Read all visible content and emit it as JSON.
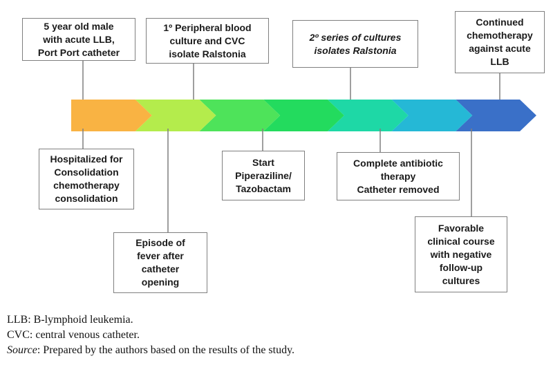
{
  "timeline": {
    "segment_colors": [
      "#f9b343",
      "#b4ec4c",
      "#4ee35a",
      "#23db5e",
      "#1ed8a6",
      "#25b8d6",
      "#3a70c8"
    ],
    "top_events": [
      {
        "lines": [
          "5 year old male",
          "with acute LLB,",
          "Port Port catheter"
        ]
      },
      {
        "lines": [
          "1º Peripheral blood",
          "culture and CVC",
          "isolate Ralstonia"
        ]
      },
      {
        "lines": [
          "2º series of cultures",
          "isolates Ralstonia"
        ]
      },
      {
        "lines": [
          "Continued",
          "chemotherapy",
          "against acute",
          "LLB"
        ]
      }
    ],
    "bottom_events": [
      {
        "lines": [
          "Hospitalized for",
          "Consolidation",
          "chemotherapy",
          "consolidation"
        ]
      },
      {
        "lines": [
          "Episode of",
          "fever after",
          "catheter",
          "opening"
        ]
      },
      {
        "lines": [
          "Start",
          "Piperaziline/",
          "Tazobactam"
        ]
      },
      {
        "lines": [
          "Complete antibiotic",
          "therapy",
          "Catheter removed"
        ]
      },
      {
        "lines": [
          "Favorable",
          "clinical course",
          "with negative",
          "follow-up",
          "cultures"
        ]
      }
    ]
  },
  "notes": {
    "llb": "LLB: B-lymphoid leukemia.",
    "cvc": "CVC: central venous catheter.",
    "source_label": "Source",
    "source_text": ": Prepared by the authors based on the results of the study."
  }
}
